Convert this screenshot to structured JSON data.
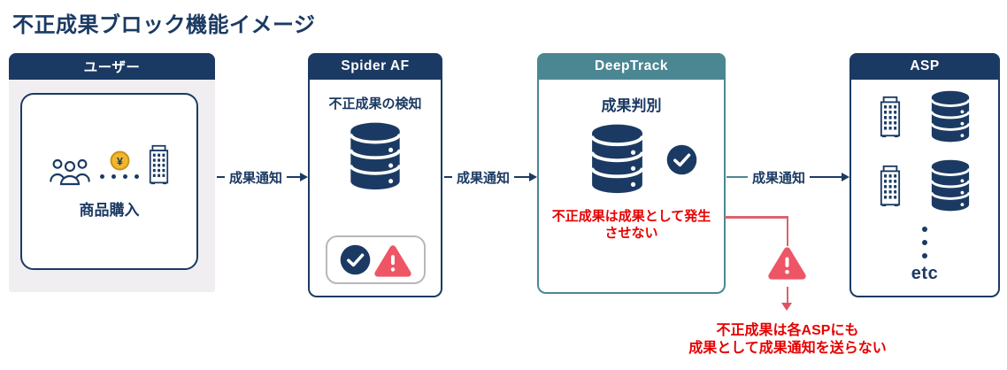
{
  "title": "不正成果ブロック機能イメージ",
  "colors": {
    "navy": "#1b3a63",
    "teal": "#4b8793",
    "alert_red_text": "#e60000",
    "alert_pink": "#ee5565",
    "branch_line_red": "#dd636b",
    "user_body_gray": "#f0eef1",
    "badge_border_gray": "#b7b7bd",
    "coin_gold": "#f2b62c"
  },
  "icons": {
    "yen_glyph": "¥",
    "people_group": "people-outline",
    "building": "building-outline",
    "database": "database-cylinder",
    "check": "check-circle",
    "warning": "warning-triangle"
  },
  "boxes": {
    "user": {
      "header": "ユーザー",
      "purchase_label": "商品購入"
    },
    "spider": {
      "header": "Spider AF",
      "label": "不正成果の検知"
    },
    "deeptrack": {
      "header": "DeepTrack",
      "label": "成果判別",
      "note": "不正成果は成果として発生させない"
    },
    "asp": {
      "header": "ASP",
      "etc_label": "etc"
    }
  },
  "arrows": {
    "user_to_spider": "成果通知",
    "spider_to_deeptrack": "成果通知",
    "deeptrack_to_asp": "成果通知"
  },
  "branch": {
    "note_line1": "不正成果は各ASPにも",
    "note_line2": "成果として成果通知を送らない"
  }
}
